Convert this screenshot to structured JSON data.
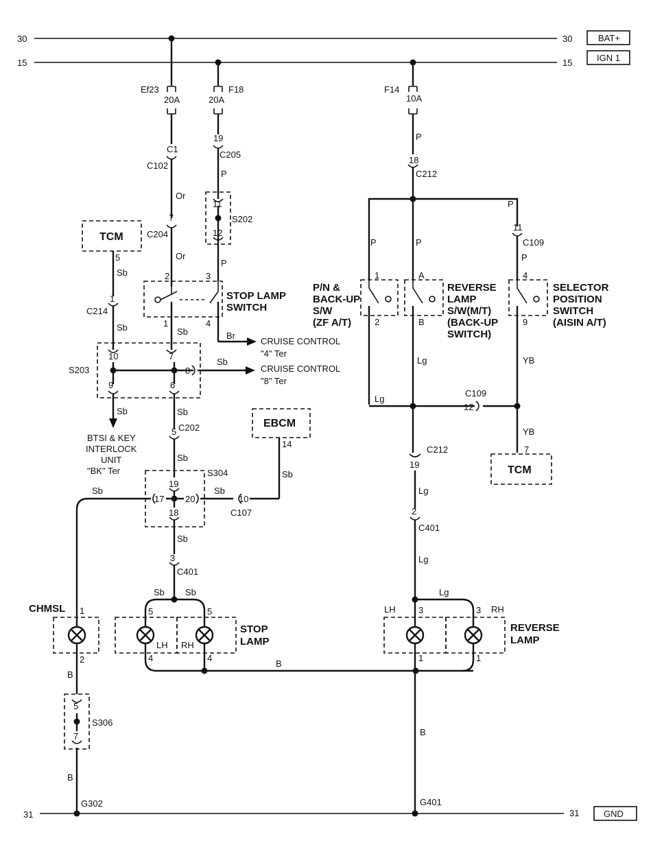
{
  "rails": {
    "r30_left": "30",
    "r30_right": "30",
    "r30_box": "BAT+",
    "r15_left": "15",
    "r15_right": "15",
    "r15_box": "IGN 1",
    "r31_left": "31",
    "r31_right": "31",
    "r31_box": "GND"
  },
  "fuses": {
    "ef23_name": "Ef23",
    "ef23_rating": "20A",
    "f18_name": "F18",
    "f18_rating": "20A",
    "f14_name": "F14",
    "f14_rating": "10A"
  },
  "connectors": {
    "c1": "C1",
    "c102": "C102",
    "p19": "19",
    "c205": "C205",
    "p18": "18",
    "c212_top": "C212",
    "p11_s202": "11",
    "p12_s202": "12",
    "s202": "S202",
    "p7_c204": "7",
    "c204": "C204",
    "p1_c214": "1",
    "c214": "C214",
    "p10": "10",
    "p7_s203": "7",
    "p8": "8",
    "p9": "9",
    "p6": "6",
    "s203": "S203",
    "p5_c202": "5",
    "c202": "C202",
    "p19_s304": "19",
    "p17": "17",
    "p20": "20",
    "p18_s304": "18",
    "s304": "S304",
    "p10_c107": "10",
    "c107": "C107",
    "p14_ebcm": "14",
    "p3_c401": "3",
    "c401_left": "C401",
    "p11_c109": "11",
    "c109_top": "C109",
    "p12_c109": "12",
    "c109_mid": "C109",
    "p19_c212": "19",
    "c212_mid": "C212",
    "p2_c401": "2",
    "c401_right": "C401",
    "p5_s306": "5",
    "p7_s306": "7",
    "s306": "S306",
    "g302": "G302",
    "g401": "G401",
    "p5_tcm_left": "5",
    "p7_tcm_right": "7"
  },
  "wires": {
    "or1": "Or",
    "or2": "Or",
    "p_f18": "P",
    "p_s202": "P",
    "p_f14": "P",
    "p_sw1": "P",
    "p_sw2": "P",
    "p_right_top": "P",
    "p_sel": "P",
    "sb_tcm": "Sb",
    "sb_c214": "Sb",
    "sb_switch": "Sb",
    "sb_s203": "Sb",
    "sb_s203_out": "Sb",
    "sb_c202": "Sb",
    "sb_c202_down": "Sb",
    "sb_chmsl": "Sb",
    "sb_c107": "Sb",
    "sb_ebcm": "Sb",
    "sb_c401": "Sb",
    "sb_lh": "Sb",
    "sb_rh": "Sb",
    "br": "Br",
    "lg_rev": "Lg",
    "lg_pn": "Lg",
    "lg_c212": "Lg",
    "lg_c401": "Lg",
    "lg_rh": "Lg",
    "yb1": "YB",
    "yb2": "YB",
    "b_chmsl": "B",
    "b_s306": "B",
    "b_bus": "B",
    "b_g401": "B"
  },
  "components": {
    "tcm_left": "TCM",
    "tcm_right": "TCM",
    "ebcm": "EBCM",
    "stop_switch_l1": "STOP LAMP",
    "stop_switch_l2": "SWITCH",
    "sw_pin2": "2",
    "sw_pin3": "3",
    "sw_pin1": "1",
    "sw_pin4": "4",
    "cc4_l1": "CRUISE CONTROL",
    "cc4_l2": "\"4\" Ter",
    "cc8_l1": "CRUISE CONTROL",
    "cc8_l2": "\"8\" Ter",
    "btsi_l1": "BTSI & KEY",
    "btsi_l2": "INTERLOCK",
    "btsi_l3": "UNIT",
    "btsi_l4": "\"BK\" Ter",
    "pn_l1": "P/N &",
    "pn_l2": "BACK-UP",
    "pn_l3": "S/W",
    "pn_l4": "(ZF A/T)",
    "pn_pin1": "1",
    "pn_pin2": "2",
    "rev_l1": "REVERSE",
    "rev_l2": "LAMP",
    "rev_l3": "S/W(M/T)",
    "rev_l4": "(BACK-UP",
    "rev_l5": "SWITCH)",
    "rev_pinA": "A",
    "rev_pinB": "B",
    "sel_l1": "SELECTOR",
    "sel_l2": "POSITION",
    "sel_l3": "SWITCH",
    "sel_l4": "(AISIN A/T)",
    "sel_pin4": "4",
    "sel_pin9": "9",
    "chmsl": "CHMSL",
    "chmsl_pin1": "1",
    "chmsl_pin2": "2",
    "stop_lamp_l1": "STOP",
    "stop_lamp_l2": "LAMP",
    "stop_lh": "LH",
    "stop_rh": "RH",
    "stop_pin5a": "5",
    "stop_pin5b": "5",
    "stop_pin4a": "4",
    "stop_pin4b": "4",
    "rev_lamp_l1": "REVERSE",
    "rev_lamp_l2": "LAMP",
    "rev_lh": "LH",
    "rev_rh": "RH",
    "rev_pin3a": "3",
    "rev_pin3b": "3",
    "rev_pin1a": "1",
    "rev_pin1b": "1"
  }
}
